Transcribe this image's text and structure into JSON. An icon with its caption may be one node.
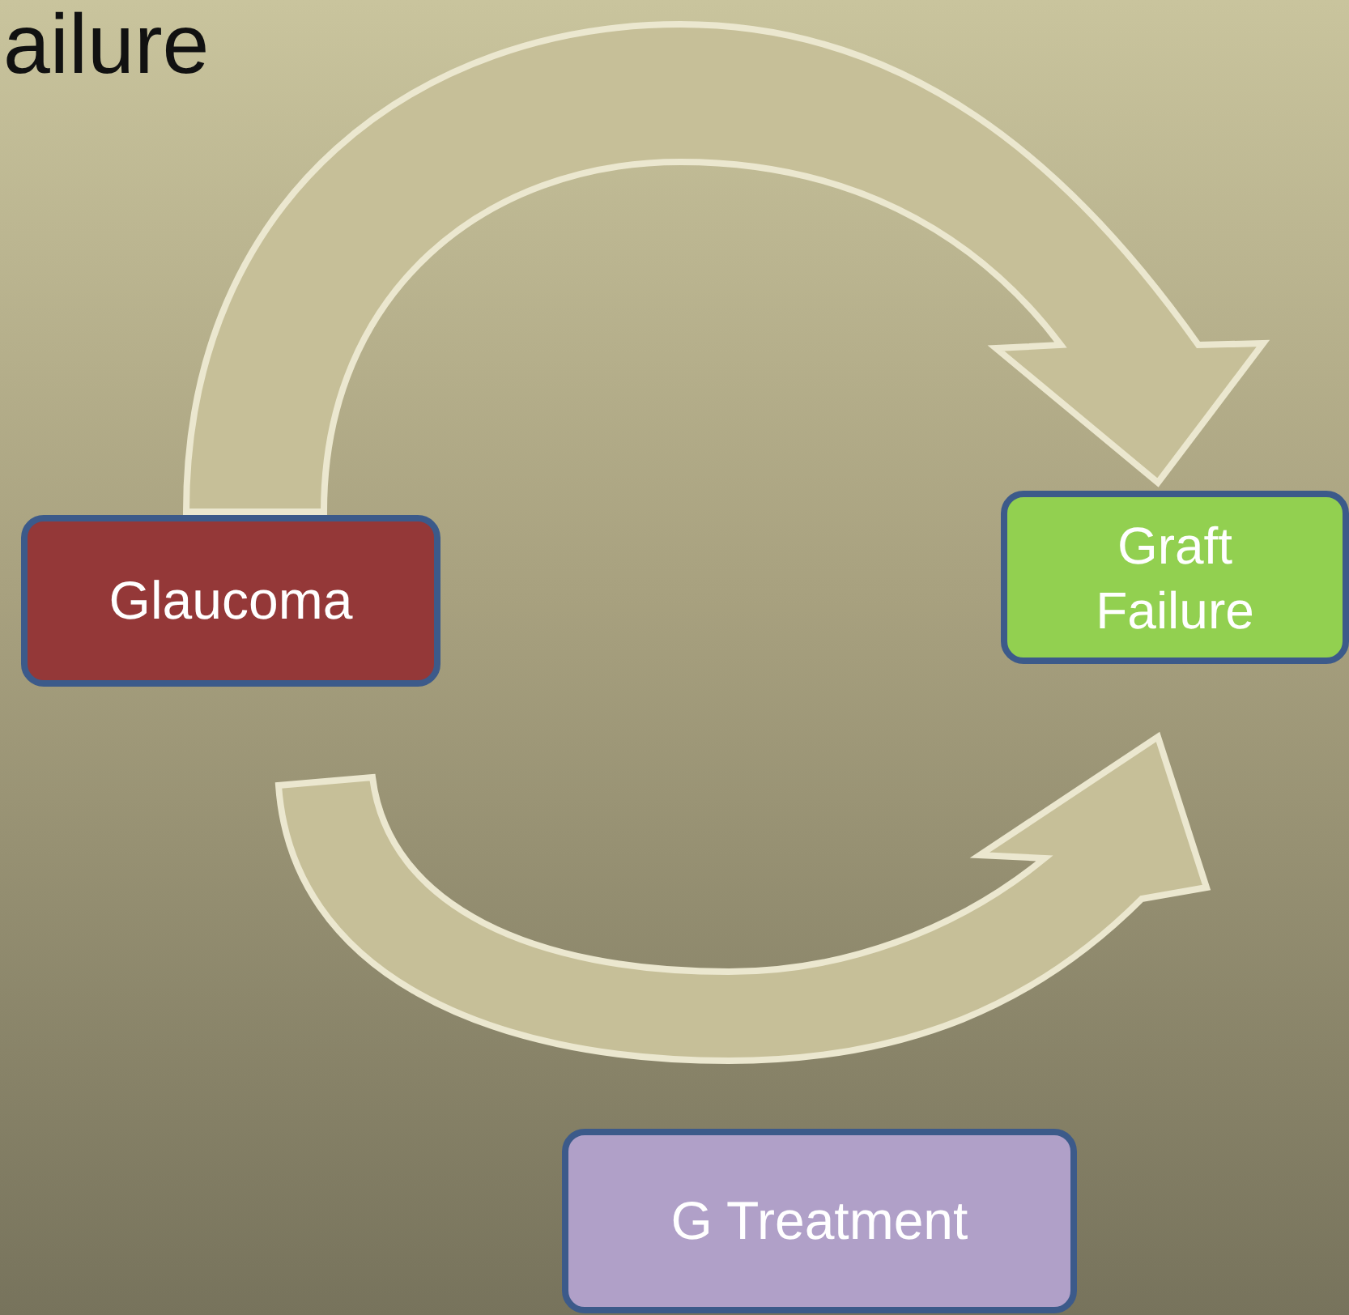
{
  "diagram": {
    "title": "ailure",
    "nodes": [
      {
        "text": [
          "Glaucoma"
        ]
      },
      {
        "text": [
          "Graft Failure"
        ]
      },
      {
        "text": [
          "G Treatment"
        ]
      }
    ],
    "edges": [
      {
        "from": 0,
        "to": 1,
        "arrow": "to"
      },
      {
        "from": 0,
        "to": 1,
        "arrow": "to"
      }
    ]
  }
}
